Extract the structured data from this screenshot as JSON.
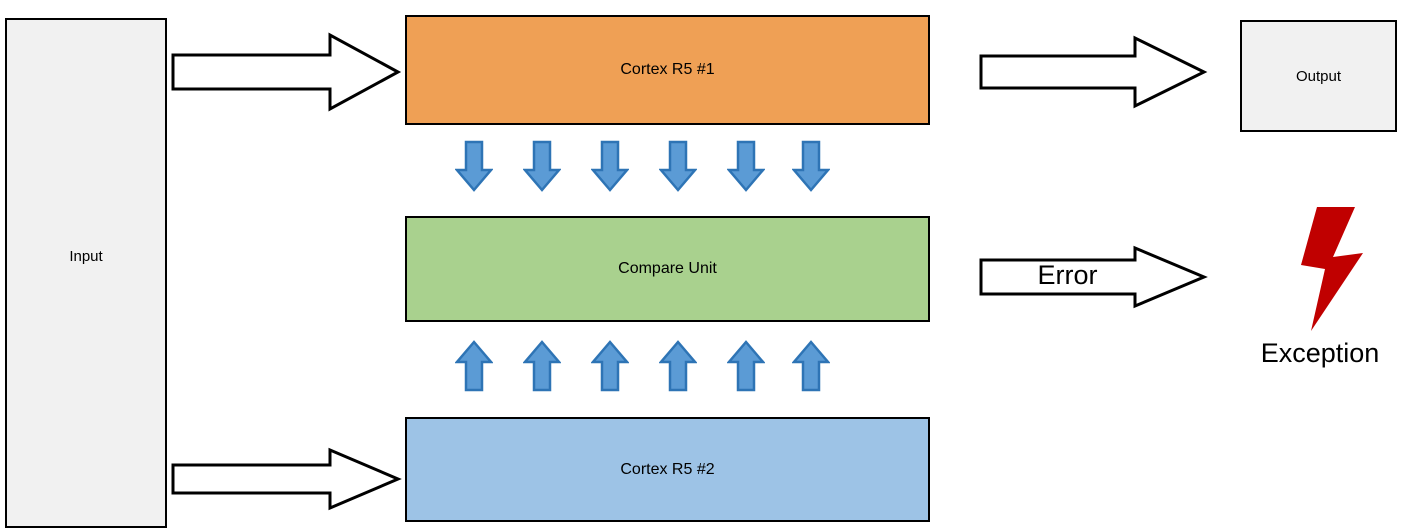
{
  "diagram": {
    "title": "Lockstep dual Cortex R5 block diagram",
    "background": "#FFFFFF"
  },
  "colors": {
    "input_fill": "#F1F1F1",
    "output_fill": "#F1F1F1",
    "cortex1_fill": "#EFA055",
    "compare_fill": "#A9D18E",
    "cortex2_fill": "#9DC3E6",
    "mini_arrow_fill": "#5B9BD5",
    "mini_arrow_stroke": "#2E74B5",
    "bolt_fill": "#C00000",
    "outline": "#000000"
  },
  "blocks": {
    "input": {
      "label": "Input"
    },
    "cortex1": {
      "label": "Cortex R5 #1"
    },
    "compare": {
      "label": "Compare Unit"
    },
    "cortex2": {
      "label": "Cortex R5 #2"
    },
    "output": {
      "label": "Output"
    }
  },
  "arrows": {
    "input_to_cortex1": {
      "label": "",
      "direction": "right"
    },
    "input_to_cortex2": {
      "label": "",
      "direction": "right"
    },
    "cortex1_to_output": {
      "label": "",
      "direction": "right"
    },
    "compare_to_exception": {
      "label": "Error",
      "direction": "right"
    }
  },
  "signal_arrows": {
    "down_count": 6,
    "up_count": 6,
    "down_label": "cortex1-to-compare",
    "up_label": "cortex2-to-compare"
  },
  "exception": {
    "label": "Exception",
    "icon": "lightning-bolt-icon"
  }
}
